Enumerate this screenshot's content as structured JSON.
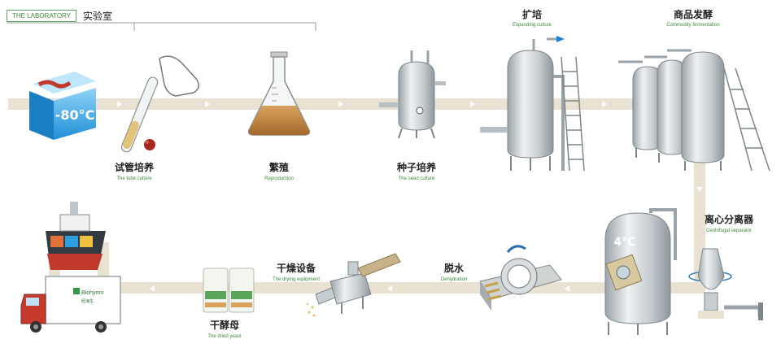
{
  "header": {
    "tag": "THE LABORATORY",
    "title": "实验室"
  },
  "freezer_temp": "-80°C",
  "tank_temp": "4°C",
  "truck_brand": "Biohymn",
  "truck_brand_sub": "纽海生",
  "stages": {
    "tube": {
      "zh": "试管培养",
      "en": "The tube culture"
    },
    "repro": {
      "zh": "繁殖",
      "en": "Reproduction"
    },
    "seed": {
      "zh": "种子培养",
      "en": "The seed culture"
    },
    "expand": {
      "zh": "扩培",
      "en": "Expanding culture"
    },
    "ferment": {
      "zh": "商品发酵",
      "en": "Commodity fermentation"
    },
    "centrifuge": {
      "zh": "离心分离器",
      "en": "Centrifugal separator"
    },
    "dehydr": {
      "zh": "脱水",
      "en": "Dehydration"
    },
    "drying": {
      "zh": "干燥设备",
      "en": "The drying equipment"
    },
    "yeast": {
      "zh": "干酵母",
      "en": "The dried yeast"
    }
  },
  "colors": {
    "pipe": "#e9e2d2",
    "label_green": "#3a8a3a",
    "freezer": "#2f9fe0",
    "steel": "#cdd3d6"
  }
}
